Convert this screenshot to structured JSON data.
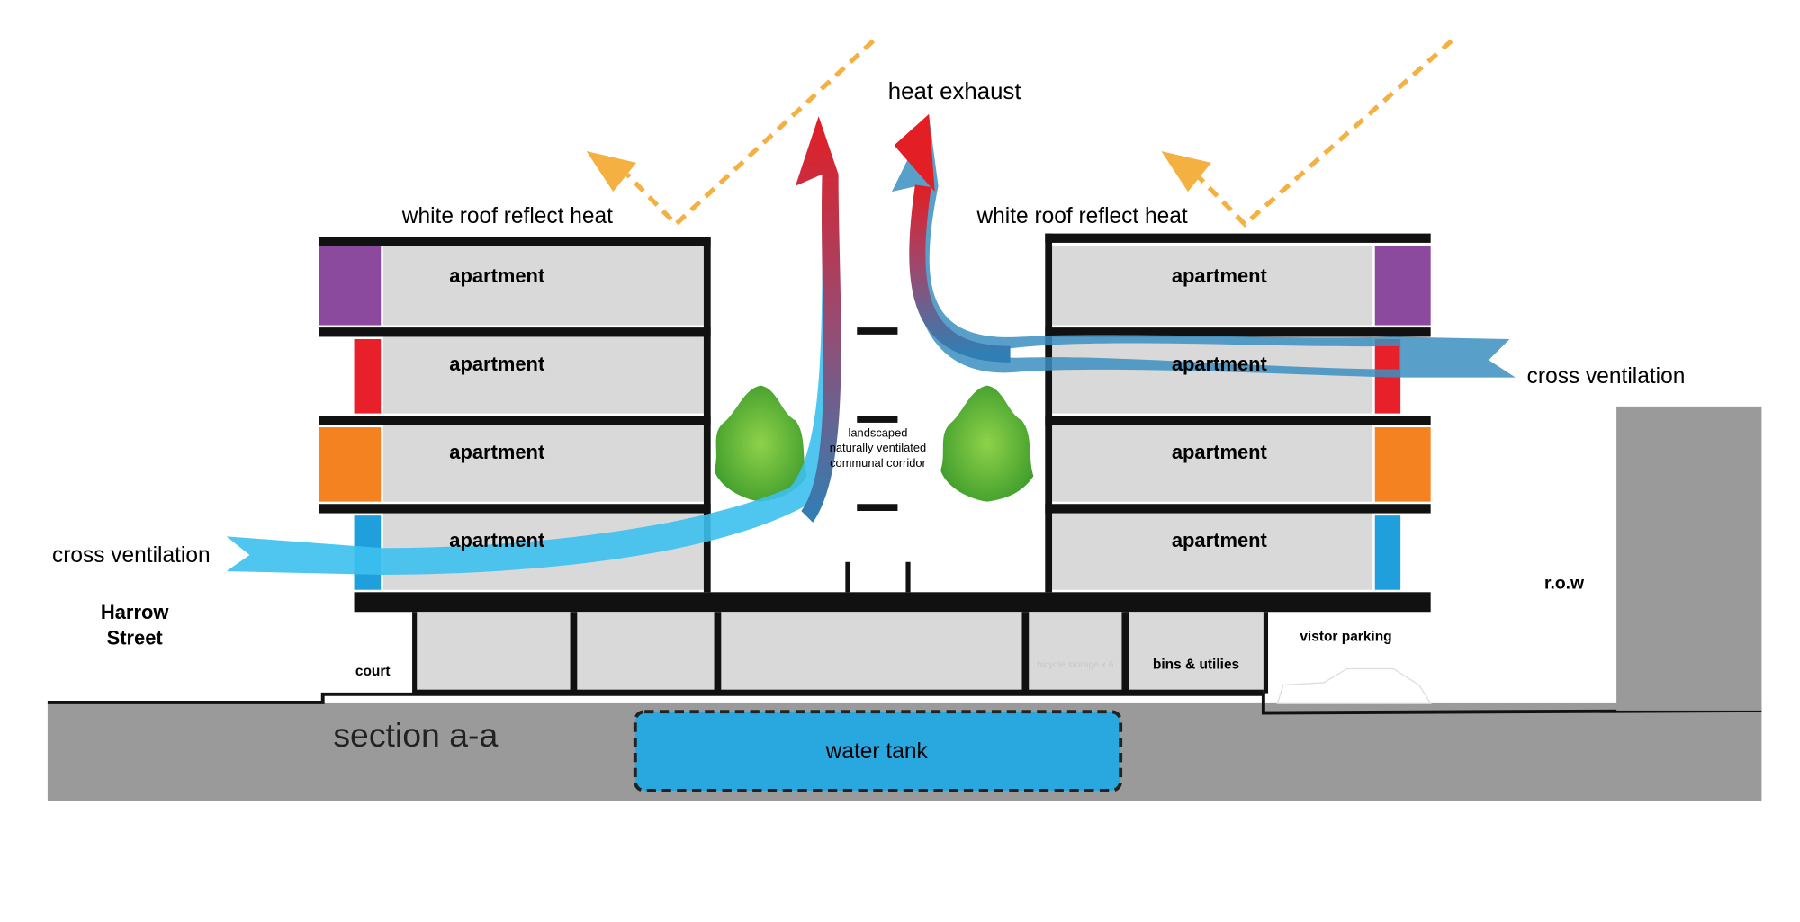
{
  "labels": {
    "heat_exhaust": "heat exhaust",
    "white_roof_left": "white roof reflect heat",
    "white_roof_right": "white roof reflect heat",
    "apartment": "apartment",
    "cross_ventilation_left": "cross ventilation",
    "cross_ventilation_right": "cross ventilation",
    "corridor_1": "landscaped",
    "corridor_2": "naturally ventilated",
    "corridor_3": "communal corridor",
    "street_1": "Harrow",
    "street_2": "Street",
    "row": "r.o.w",
    "court": "court",
    "bicycle_storage": "bicycle storage x 6",
    "bins": "bins & utilies",
    "visitor_parking": "vistor parking",
    "section": "section a-a",
    "water_tank": "water tank"
  },
  "colors": {
    "ground": "#9a9a9a",
    "apartment_fill": "#d9d9d9",
    "purple": "#8c4a9e",
    "red": "#e8202a",
    "orange": "#f58220",
    "blue": "#1fa0dc",
    "water": "#29a8e0",
    "sun_ray": "#f5b042",
    "heat": "#e31e24",
    "cross_vent": "#3cc0ee"
  }
}
